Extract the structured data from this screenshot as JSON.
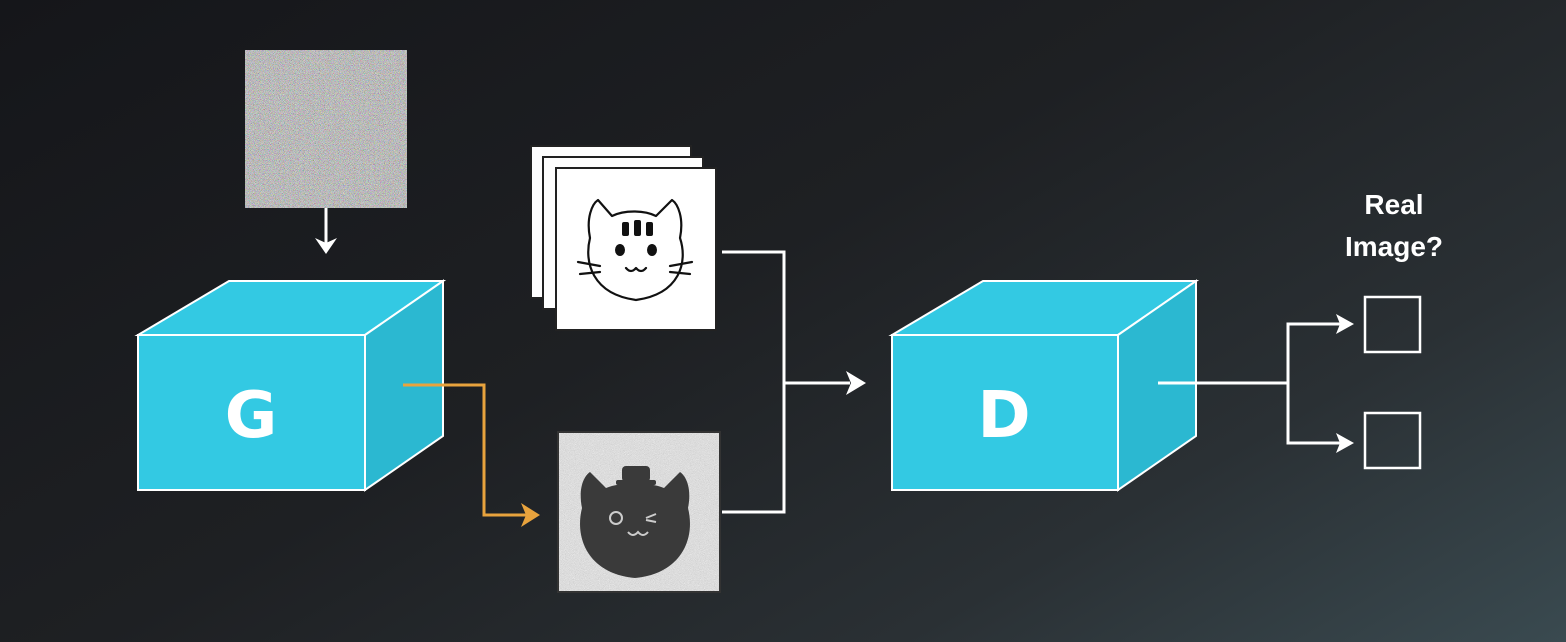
{
  "generator": {
    "label": "G",
    "color": "#33c9e3"
  },
  "discriminator": {
    "label": "D",
    "color": "#33c9e3"
  },
  "question": {
    "line1": "Real",
    "line2": "Image?"
  },
  "colors": {
    "background": "#1c1d20",
    "arrow": "#ffffff",
    "generator_output_arrow": "#e8a33d",
    "box_edge": "#ffffff"
  },
  "icons": {
    "noise_input": "random-noise-image",
    "real_images": "cat-drawing-stack",
    "fake_image": "noisy-cat-image",
    "answer_boxes": [
      "checkbox-real",
      "checkbox-fake"
    ]
  }
}
